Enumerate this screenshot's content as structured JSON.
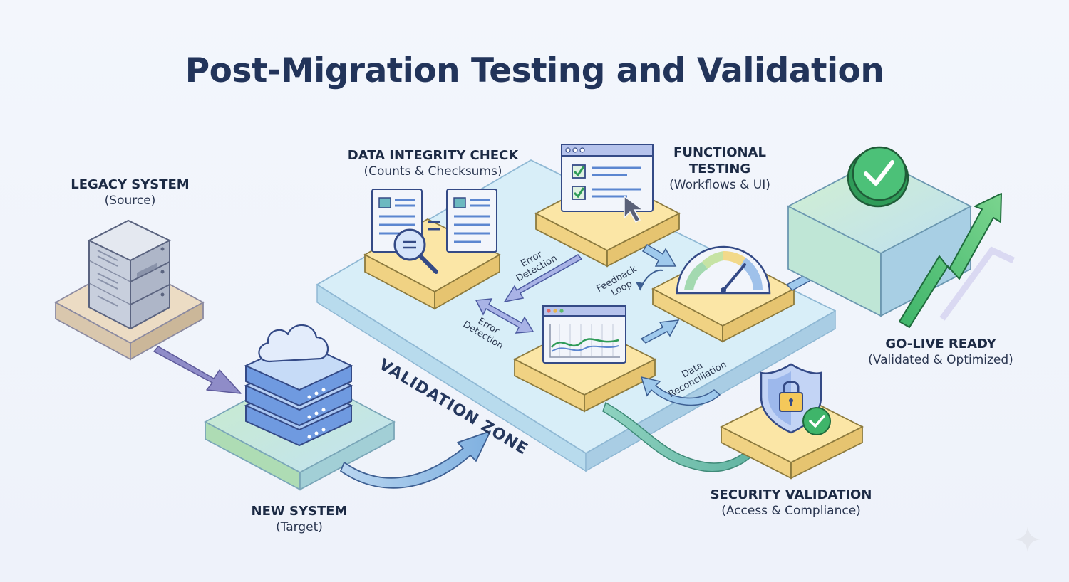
{
  "title": "Post-Migration Testing and Validation",
  "nodes": {
    "legacy": {
      "title": "LEGACY SYSTEM",
      "subtitle": "(Source)"
    },
    "new_system": {
      "title": "NEW SYSTEM",
      "subtitle": "(Target)"
    },
    "data_integrity": {
      "title": "DATA INTEGRITY CHECK",
      "subtitle": "(Counts & Checksums)"
    },
    "functional": {
      "title_line1": "FUNCTIONAL",
      "title_line2": "TESTING",
      "subtitle": "(Workflows & UI)"
    },
    "go_live": {
      "title": "GO-LIVE READY",
      "subtitle": "(Validated & Optimized)"
    },
    "security": {
      "title": "SECURITY VALIDATION",
      "subtitle": "(Access & Compliance)"
    }
  },
  "zone_label": "VALIDATION ZONE",
  "annotations": {
    "error_detection_1": {
      "line1": "Error",
      "line2": "Detection"
    },
    "error_detection_2": {
      "line1": "Error",
      "line2": "Detection"
    },
    "feedback_loop": {
      "line1": "Feedback",
      "line2": "Loop"
    },
    "data_reconciliation": {
      "line1": "Data",
      "line2": "Reconciliation"
    }
  },
  "colors": {
    "title": "#22345a",
    "platform_blue": "#d4ecf7",
    "tile_yellow": "#fbe6a6",
    "tile_green": "#c9eccb",
    "tile_tan": "#ecdcc4",
    "arrow_blue": "#9ec5e8",
    "check_green": "#3fb56a",
    "arrow_green": "#58c47a"
  }
}
